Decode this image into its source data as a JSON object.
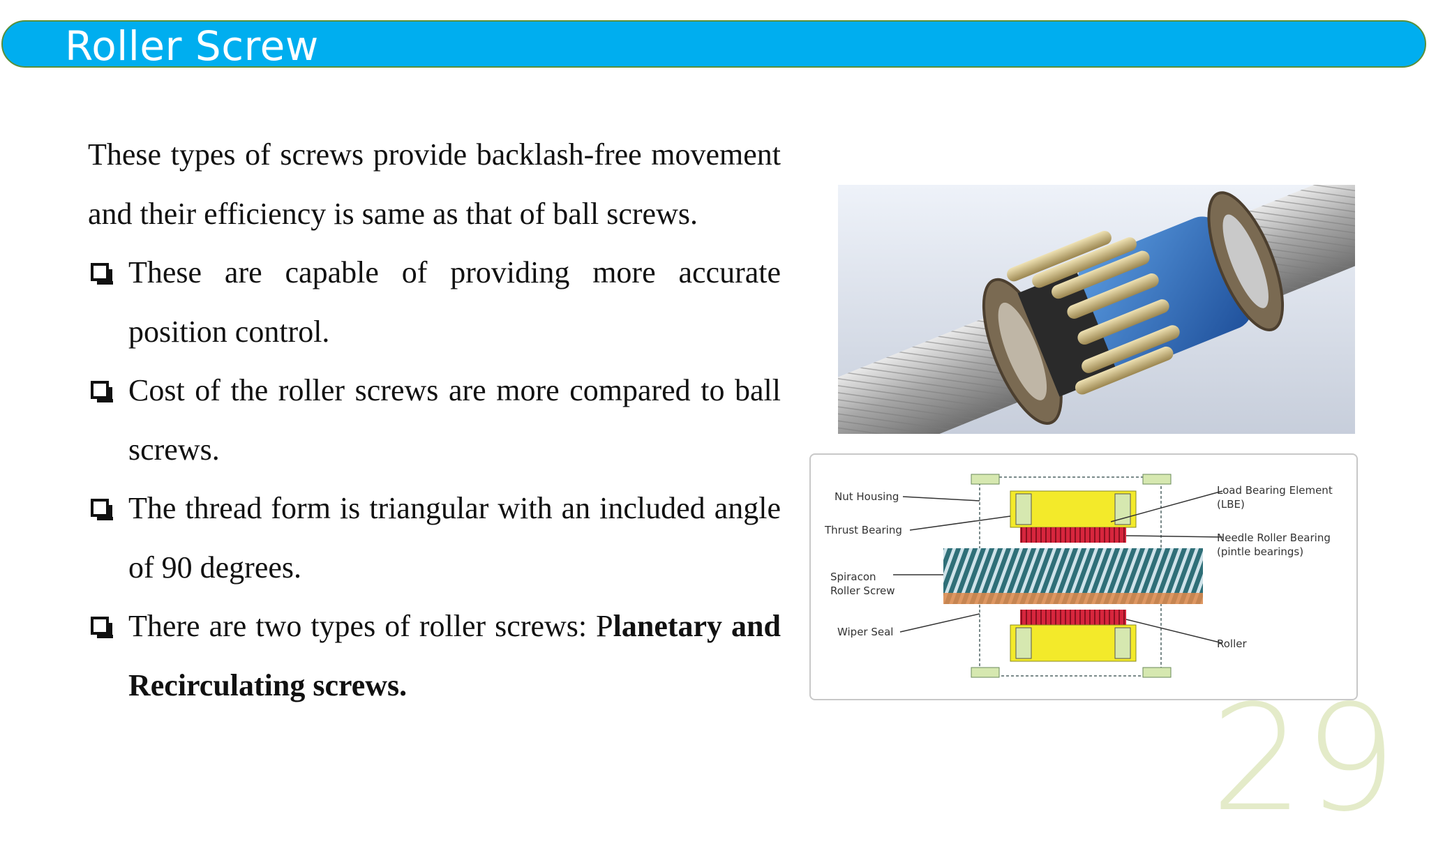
{
  "slide": {
    "title": "Roller Screw",
    "page_number": "29"
  },
  "content": {
    "intro": "These types of screws provide backlash-free movement and their efficiency is same as that of ball screws.",
    "bullets": [
      "These are capable of providing more accurate position control.",
      "Cost of the roller screws are more compared to ball screws.",
      "The thread form is triangular with an included angle of 90 degrees."
    ],
    "last_bullet": {
      "prefix": "There are two types of roller screws: P",
      "bold": "lanetary and Recirculating screws."
    }
  },
  "diagram": {
    "labels": {
      "nut_housing": "Nut Housing",
      "thrust_bearing": "Thrust Bearing",
      "spiracon_1": "Spiracon",
      "spiracon_2": "Roller Screw",
      "wiper_seal": "Wiper Seal",
      "lbe_1": "Load Bearing Element",
      "lbe_2": "(LBE)",
      "needle_1": "Needle Roller Bearing",
      "needle_2": "(pintle bearings)",
      "roller": "Roller"
    }
  },
  "colors": {
    "title_bar": "#00AEEF",
    "title_border": "#5a8f3a",
    "page_number": "#e4ebc9"
  }
}
